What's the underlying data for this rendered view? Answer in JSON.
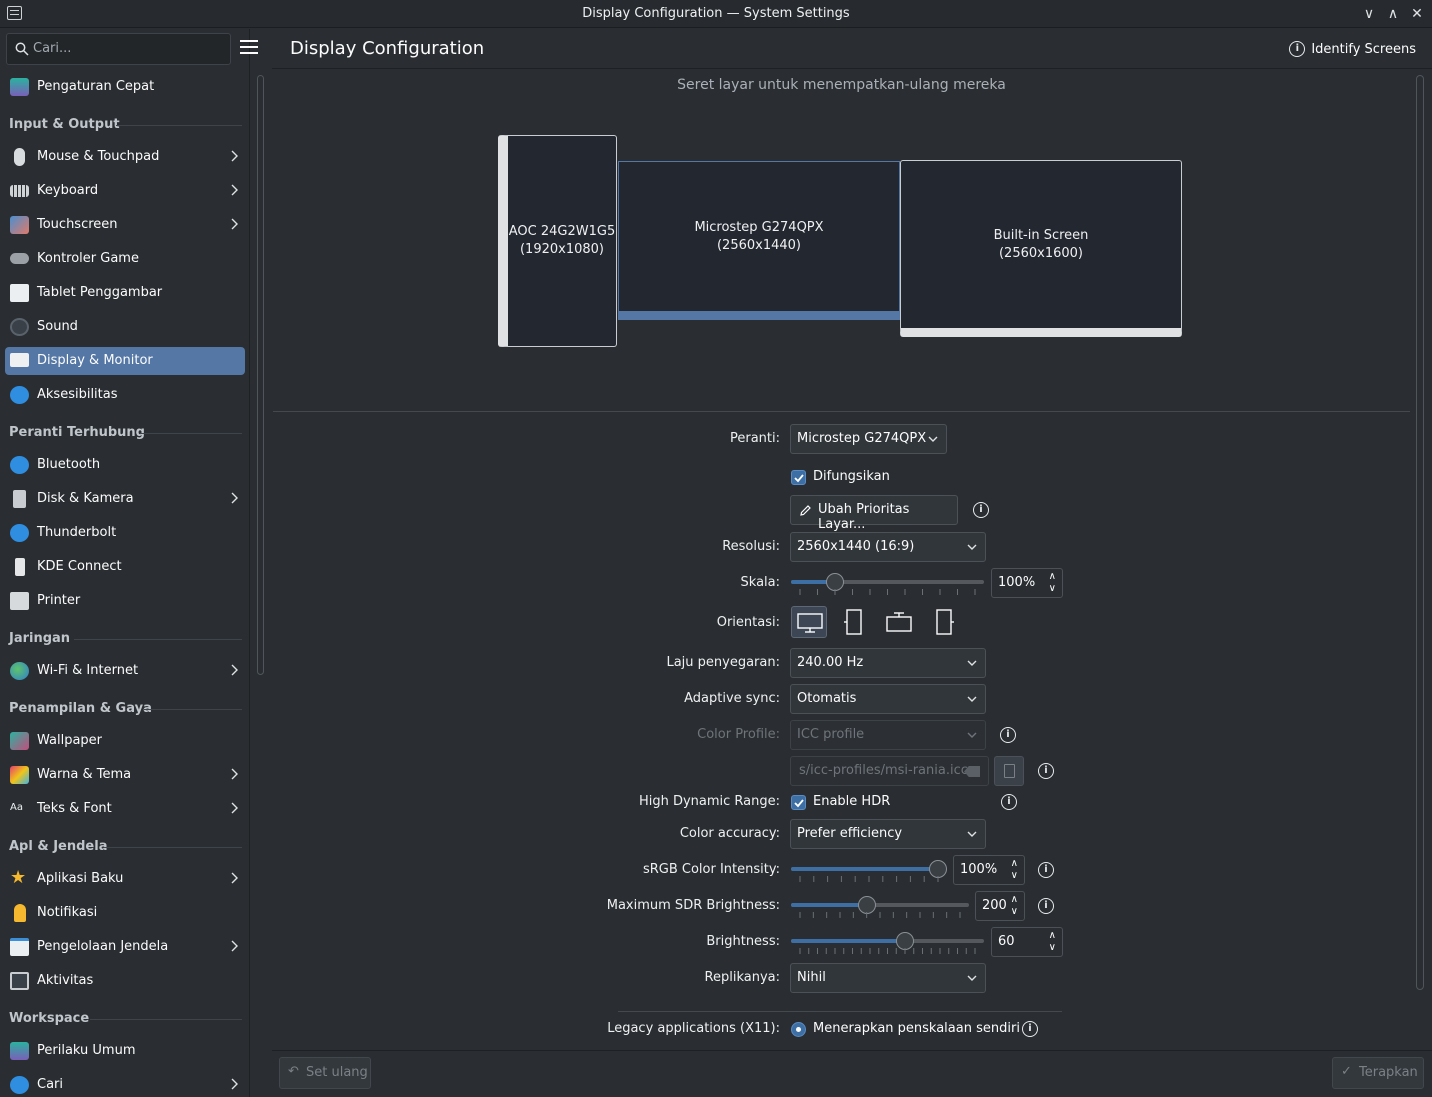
{
  "window": {
    "title": "Display Configuration — System Settings"
  },
  "search": {
    "placeholder": "Cari..."
  },
  "header": {
    "title": "Display Configuration",
    "identify": "Identify Screens"
  },
  "sidebar": {
    "quick": "Pengaturan Cepat",
    "sections": {
      "input_output": "Input & Output",
      "connected": "Peranti Terhubung",
      "network": "Jaringan",
      "appearance": "Penampilan & Gaya",
      "apps": "Apl & Jendela",
      "workspace": "Workspace"
    },
    "items": {
      "mouse": "Mouse & Touchpad",
      "keyboard": "Keyboard",
      "touchscreen": "Touchscreen",
      "gamecontroller": "Kontroler Game",
      "tablet": "Tablet Penggambar",
      "sound": "Sound",
      "display": "Display & Monitor",
      "accessibility": "Aksesibilitas",
      "bluetooth": "Bluetooth",
      "disk": "Disk & Kamera",
      "thunderbolt": "Thunderbolt",
      "kdeconnect": "KDE Connect",
      "printer": "Printer",
      "wifi": "Wi-Fi & Internet",
      "wallpaper": "Wallpaper",
      "colors": "Warna & Tema",
      "fonts": "Teks & Font",
      "defaultapps": "Aplikasi Baku",
      "notifications": "Notifikasi",
      "windowmgmt": "Pengelolaan Jendela",
      "activities": "Aktivitas",
      "general": "Perilaku Umum",
      "searchitem": "Cari"
    }
  },
  "stage": {
    "hint": "Seret layar untuk menempatkan-ulang mereka",
    "screens": {
      "aoc": {
        "name": "AOC 24G2W1G5",
        "res": "(1920x1080)"
      },
      "msi": {
        "name": "Microstep G274QPX",
        "res": "(2560x1440)"
      },
      "builtin": {
        "name": "Built-in Screen",
        "res": "(2560x1600)"
      }
    }
  },
  "form": {
    "device_label": "Peranti:",
    "device_value": "Microstep G274QPX",
    "enabled_label": "Difungsikan",
    "priority_button": "Ubah Prioritas Layar...",
    "resolution_label": "Resolusi:",
    "resolution_value": "2560x1440 (16:9)",
    "scale_label": "Skala:",
    "scale_value": "100%",
    "scale_level": 0.2,
    "orientation_label": "Orientasi:",
    "refresh_label": "Laju penyegaran:",
    "refresh_value": "240.00 Hz",
    "adaptive_label": "Adaptive sync:",
    "adaptive_value": "Otomatis",
    "color_profile_label": "Color Profile:",
    "color_profile_value": "ICC profile",
    "icc_path": "s/icc-profiles/msi-rania.icc",
    "hdr_label": "High Dynamic Range:",
    "hdr_checkbox": "Enable HDR",
    "accuracy_label": "Color accuracy:",
    "accuracy_value": "Prefer efficiency",
    "srgb_label": "sRGB Color Intensity:",
    "srgb_value": "100%",
    "srgb_level": 1.0,
    "sdr_label": "Maximum SDR Brightness:",
    "sdr_value": "200",
    "sdr_level": 0.42,
    "brightness_label": "Brightness:",
    "brightness_value": "60",
    "brightness_level": 0.6,
    "replica_label": "Replikanya:",
    "replica_value": "Nihil",
    "legacy_label": "Legacy applications (X11):",
    "legacy_option": "Menerapkan penskalaan sendiri"
  },
  "footer": {
    "reset": "Set ulang",
    "apply": "Terapkan"
  },
  "colors": {
    "accent": "#3d6fa5",
    "selection": "#5477a5",
    "background": "#2a2e32"
  }
}
